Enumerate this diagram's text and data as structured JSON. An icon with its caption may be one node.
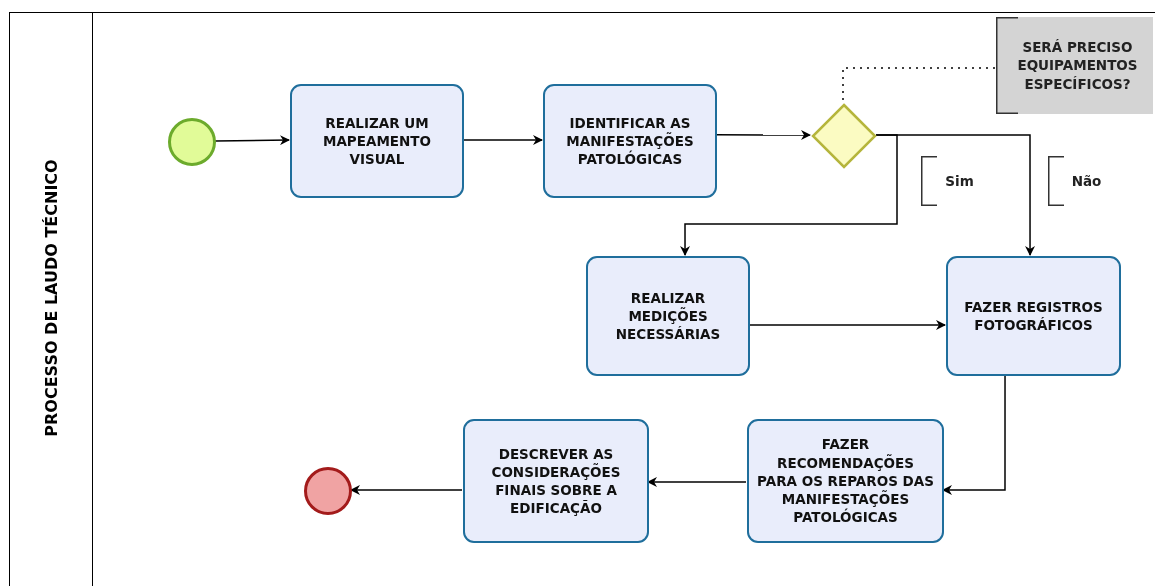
{
  "diagram": {
    "nodes": [
      {
        "text": [
          "PROCESSO DE LAUDO TÉCNICO"
        ]
      },
      {
        "text": [],
        "shape": "circle",
        "in": 0
      },
      {
        "text": [
          "REALIZAR UM MAPEAMENTO VISUAL"
        ],
        "in": 0
      },
      {
        "text": [
          "IDENTIFICAR AS MANIFESTAÇÕES PATOLÓGICAS"
        ],
        "in": 0
      },
      {
        "text": [],
        "shape": "diamond",
        "in": 0
      },
      {
        "text": [
          "SERÁ PRECISO EQUIPAMENTOS ESPECÍFICOS?"
        ],
        "in": 0
      },
      {
        "text": [
          "Sim"
        ],
        "in": 0
      },
      {
        "text": [
          "Não"
        ],
        "in": 0
      },
      {
        "text": [
          "REALIZAR MEDIÇÕES NECESSÁRIAS"
        ],
        "in": 0
      },
      {
        "text": [
          "FAZER REGISTROS FOTOGRÁFICOS"
        ],
        "in": 0
      },
      {
        "text": [
          "FAZER RECOMENDAÇÕES PARA OS REPAROS DAS MANIFESTAÇÕES PATOLÓGICAS"
        ],
        "in": 0
      },
      {
        "text": [
          "DESCREVER AS CONSIDERAÇÕES FINAIS SOBRE A EDIFICAÇÃO"
        ],
        "in": 0
      },
      {
        "text": [],
        "shape": "circle",
        "in": 0
      }
    ],
    "edges": [
      {
        "from": 1,
        "to": 2,
        "arrow": "to"
      },
      {
        "from": 2,
        "to": 3,
        "arrow": "to"
      },
      {
        "from": 3,
        "to": 4,
        "arrow": "to"
      },
      {
        "from": 4,
        "to": 8,
        "arrow": "to"
      },
      {
        "from": 4,
        "to": 9,
        "arrow": "to"
      },
      {
        "from": 5,
        "to": 4,
        "arrow": "none",
        "style": "dashed"
      },
      {
        "from": 8,
        "to": 9,
        "arrow": "to"
      },
      {
        "from": 9,
        "to": 10,
        "arrow": "to"
      },
      {
        "from": 10,
        "to": 11,
        "arrow": "to"
      },
      {
        "from": 11,
        "to": 12,
        "arrow": "to"
      }
    ]
  }
}
